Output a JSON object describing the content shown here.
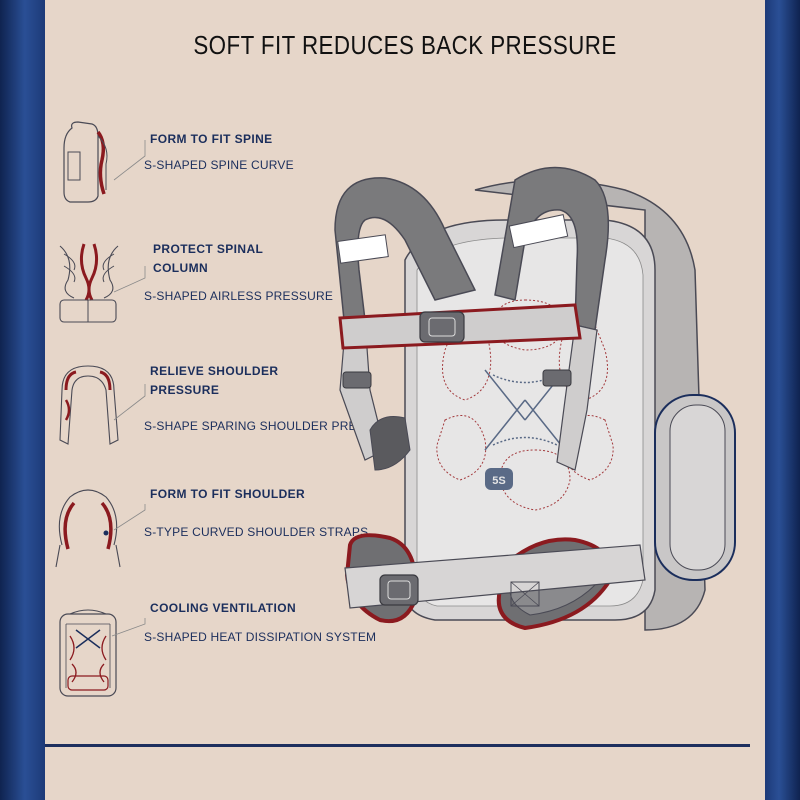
{
  "title": "SOFT FIT REDUCES BACK PRESSURE",
  "features": [
    {
      "title": "FORM TO FIT SPINE",
      "desc": "S-SHAPED SPINE CURVE",
      "icon": "backpack-side-icon"
    },
    {
      "title": "PROTECT SPINAL COLUMN",
      "desc": "S-SHAPED AIRLESS PRESSURE",
      "icon": "spine-cushion-icon"
    },
    {
      "title": "RELIEVE SHOULDER PRESSURE",
      "desc": "S-SHAPE SPARING SHOULDER PRESSURE",
      "icon": "shoulder-pad-icon"
    },
    {
      "title": "FORM TO FIT SHOULDER",
      "desc": "S-TYPE CURVED SHOULDER STRAPS",
      "icon": "shoulder-strap-icon"
    },
    {
      "title": "COOLING VENTILATION",
      "desc": "S-SHAPED HEAT DISSIPATION SYSTEM",
      "icon": "ventilation-back-icon"
    }
  ],
  "backpack": {
    "logo": "5S"
  },
  "colors": {
    "navy": "#1b2e5c",
    "accent_red": "#8b1a1f",
    "panel": "#e6d6c9",
    "strap_gray": "#7a7a7c",
    "frame_blue": "#1f3a73"
  }
}
